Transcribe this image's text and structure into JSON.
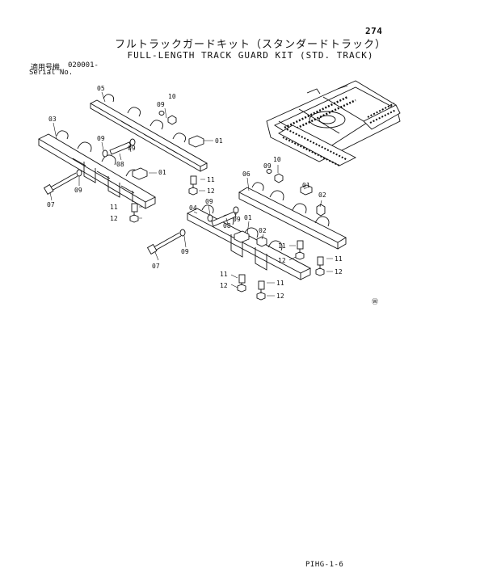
{
  "page_number": "274",
  "title_japanese": "フルトラックガードキット（スタンダードトラック）",
  "title_english": "FULL-LENGTH TRACK GUARD KIT (STD. TRACK)",
  "serial_label_japanese": "適用号機",
  "serial_number": "020001-",
  "serial_label_english": "Serial No.",
  "footer_code": "PIHG-1-6",
  "callouts": {
    "c05": "05",
    "c03": "03",
    "c10a": "10",
    "c09a": "09",
    "c01a": "01",
    "c09b": "09",
    "c08a": "08",
    "c09c": "09",
    "c01b": "01",
    "c07a": "07",
    "c09d": "09",
    "c11a": "11",
    "c12a": "12",
    "c11b": "11",
    "c12b": "12",
    "c06": "06",
    "c09e": "09",
    "c10b": "10",
    "c01c": "01",
    "c02a": "02",
    "c04": "04",
    "c09f": "09",
    "c09g": "09",
    "c01d": "01",
    "c08b": "08",
    "c02b": "02",
    "c07b": "07",
    "c09h": "09",
    "c11c": "11",
    "c12c": "12",
    "c11d": "11",
    "c12d": "12",
    "c11e": "11",
    "c12e": "12",
    "c11f": "11",
    "c12f": "12"
  },
  "mark": "Ⓦ"
}
